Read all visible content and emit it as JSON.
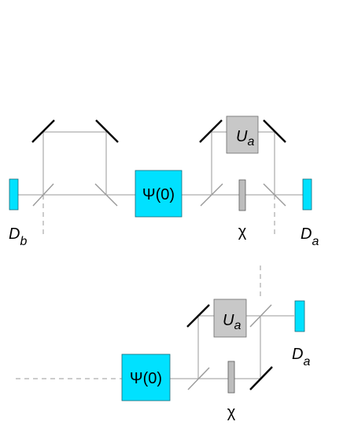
{
  "top_setup": {
    "state_label": "Ψ(0)",
    "unitary": {
      "symbol": "U",
      "subscript": "a"
    },
    "phase_plate_label": "χ",
    "detector_left": {
      "symbol": "D",
      "subscript": "b"
    },
    "detector_right": {
      "symbol": "D",
      "subscript": "a"
    }
  },
  "bottom_setup": {
    "state_label": "Ψ(0)",
    "unitary": {
      "symbol": "U",
      "subscript": "a"
    },
    "phase_plate_label": "χ",
    "detector": {
      "symbol": "D",
      "subscript": "a"
    }
  },
  "colors": {
    "cyan": "#00e1ff",
    "unitary_gray": "#c8c8c8",
    "beam_gray": "#9a9a9a",
    "mirror_black": "#000000"
  }
}
